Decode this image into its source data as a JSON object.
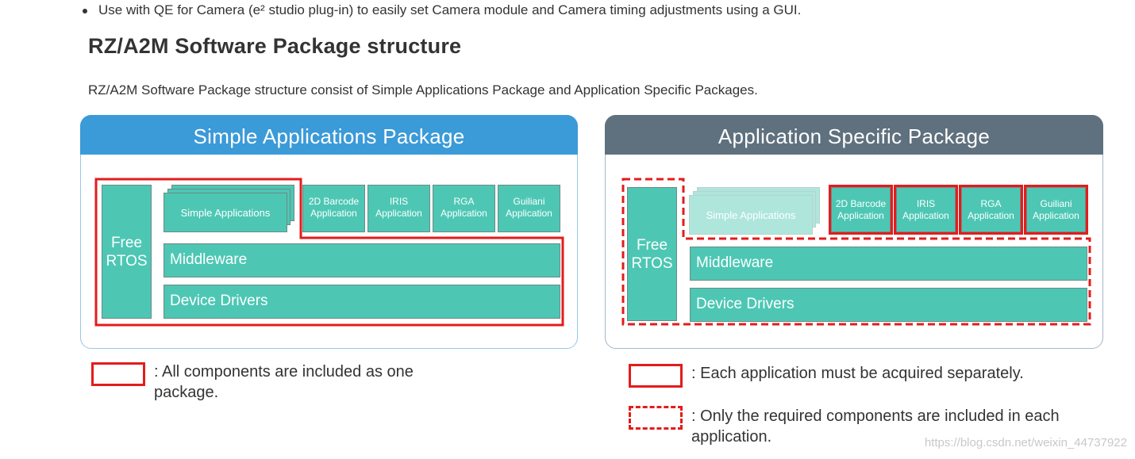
{
  "bullet_text": "Use with QE for Camera (e² studio plug-in) to easily set Camera module and Camera timing adjustments using a GUI.",
  "heading": "RZ/A2M Software Package structure",
  "intro": "RZ/A2M Software Package structure consist of Simple Applications Package and Application Specific Packages.",
  "left_panel": {
    "title": "Simple Applications Package",
    "rtos": "Free\nRTOS",
    "simple_apps": "Simple Applications",
    "apps": [
      "2D Barcode\nApplication",
      "IRIS\nApplication",
      "RGA\nApplication",
      "Guiliani\nApplication"
    ],
    "middleware": "Middleware",
    "drivers": "Device Drivers",
    "header_color": "#3b9ad8"
  },
  "right_panel": {
    "title": "Application Specific Package",
    "rtos": "Free\nRTOS",
    "simple_apps": "Simple Applications",
    "apps": [
      "2D Barcode\nApplication",
      "IRIS\nApplication",
      "RGA\nApplication",
      "Guiliani\nApplication"
    ],
    "middleware": "Middleware",
    "drivers": "Device Drivers",
    "header_color": "#5f707e"
  },
  "legend": {
    "solid_left": ": All components are included as one\npackage.",
    "solid_right": ": Each application must be acquired separately.",
    "dashed_right": ": Only the required components are included in each\napplication."
  },
  "watermark": "https://blog.csdn.net/weixin_44737922",
  "colors": {
    "block": "#4dc7b4",
    "block_faded": "#aee6dc",
    "outline": "#e31c1c"
  }
}
